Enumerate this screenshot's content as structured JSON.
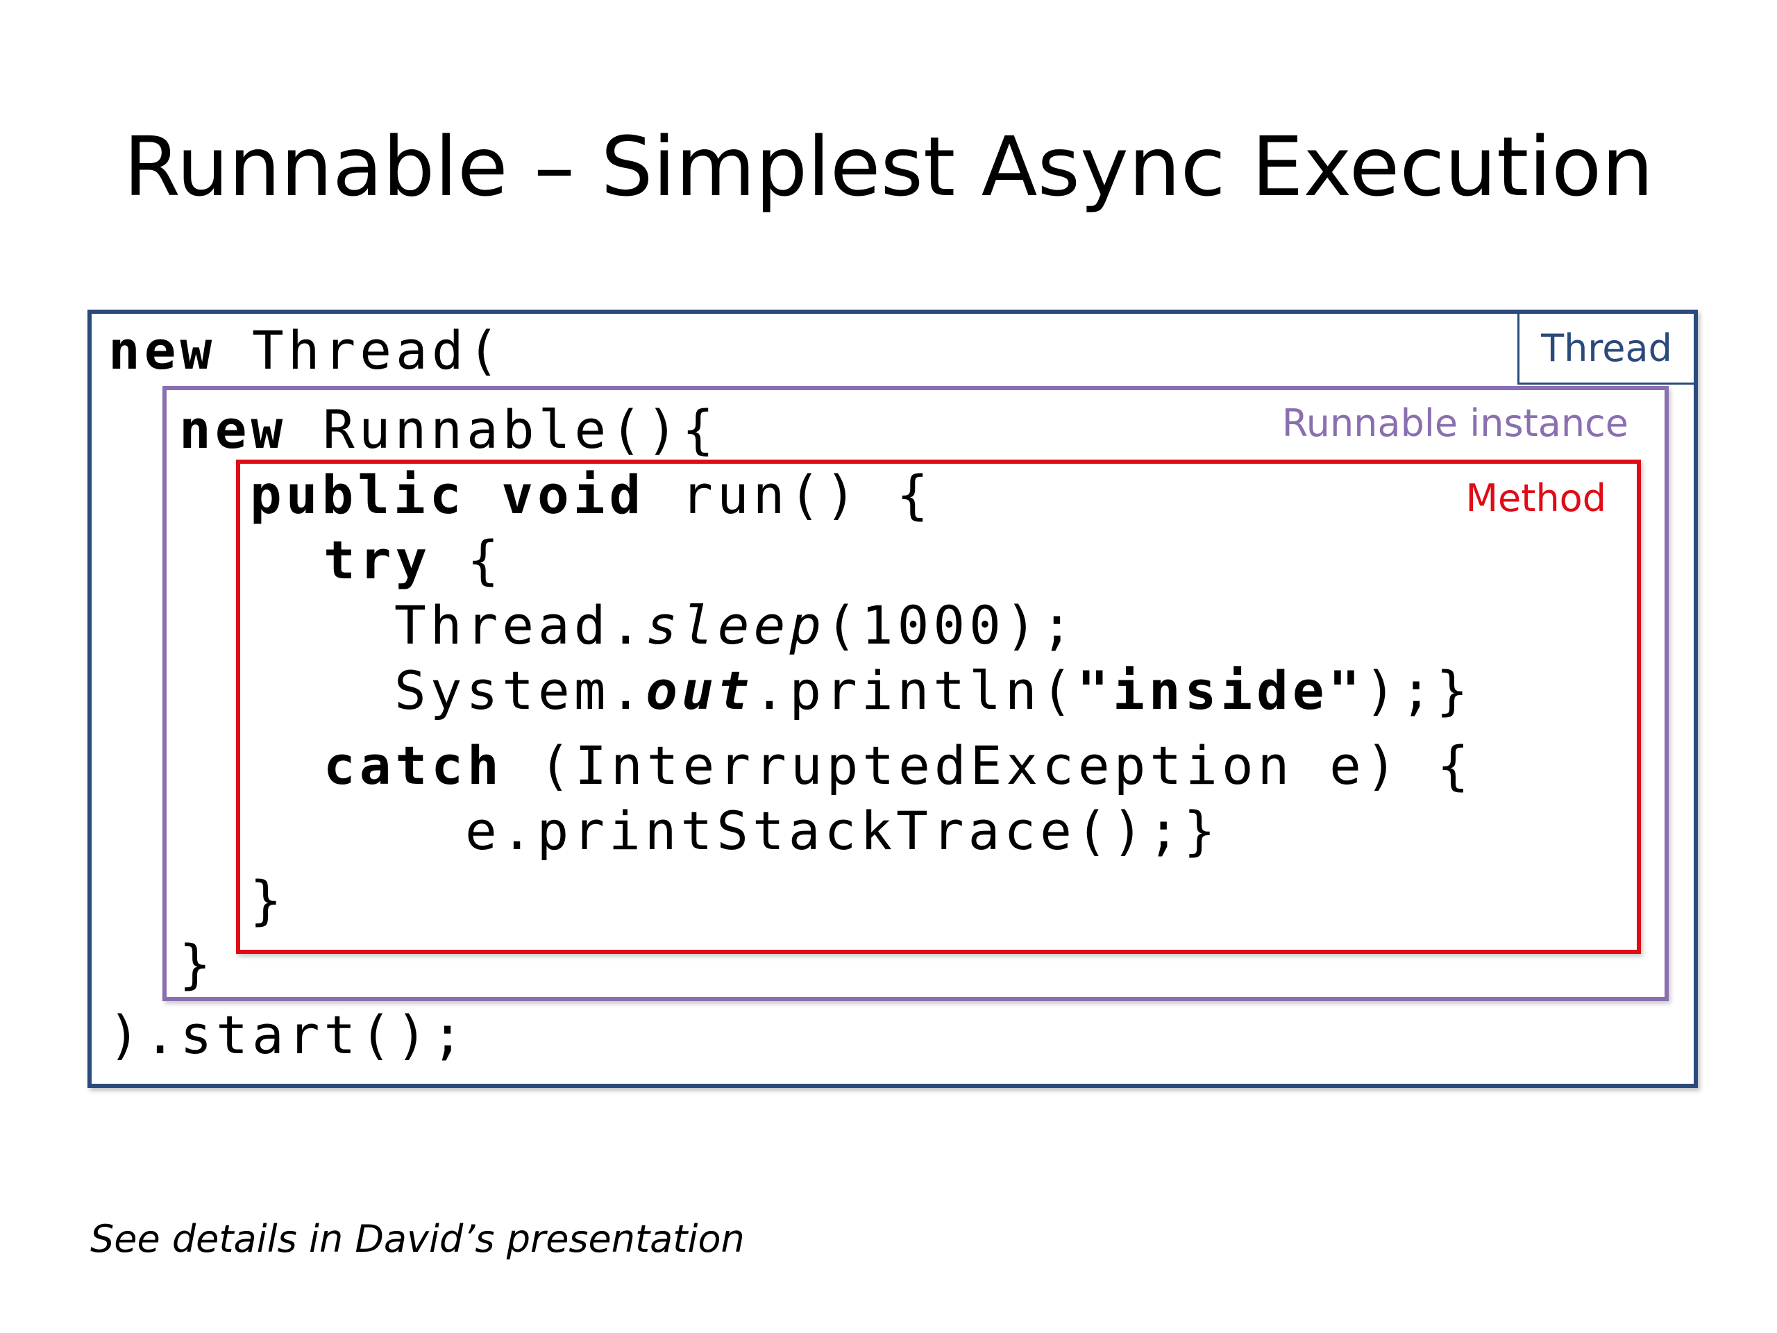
{
  "title": "Runnable – Simplest Async Execution",
  "labels": {
    "thread": "Thread",
    "runnable": "Runnable instance",
    "method": "Method"
  },
  "code": {
    "l1_kw": "new",
    "l1_rest": " Thread(",
    "l2_kw": "new",
    "l2_rest": " Runnable(){",
    "l3_kw": "public void",
    "l3_rest": " run() {",
    "l4_kw": "try",
    "l4_rest": " {",
    "l5_a": "Thread.",
    "l5_b": "sleep",
    "l5_c": "(1000);",
    "l6_a": "System.",
    "l6_b": "out",
    "l6_c": ".println(",
    "l6_d": "\"inside\"",
    "l6_e": ");}",
    "l7_kw": "catch",
    "l7_rest": " (InterruptedException e) {",
    "l8": "e.printStackTrace();}",
    "l9": "}",
    "l10": "}",
    "l11": ").start();"
  },
  "footnote": "See details in David’s presentation",
  "colors": {
    "thread": "#2b4a7c",
    "runnable": "#8a6fb0",
    "method": "#e00b16"
  }
}
